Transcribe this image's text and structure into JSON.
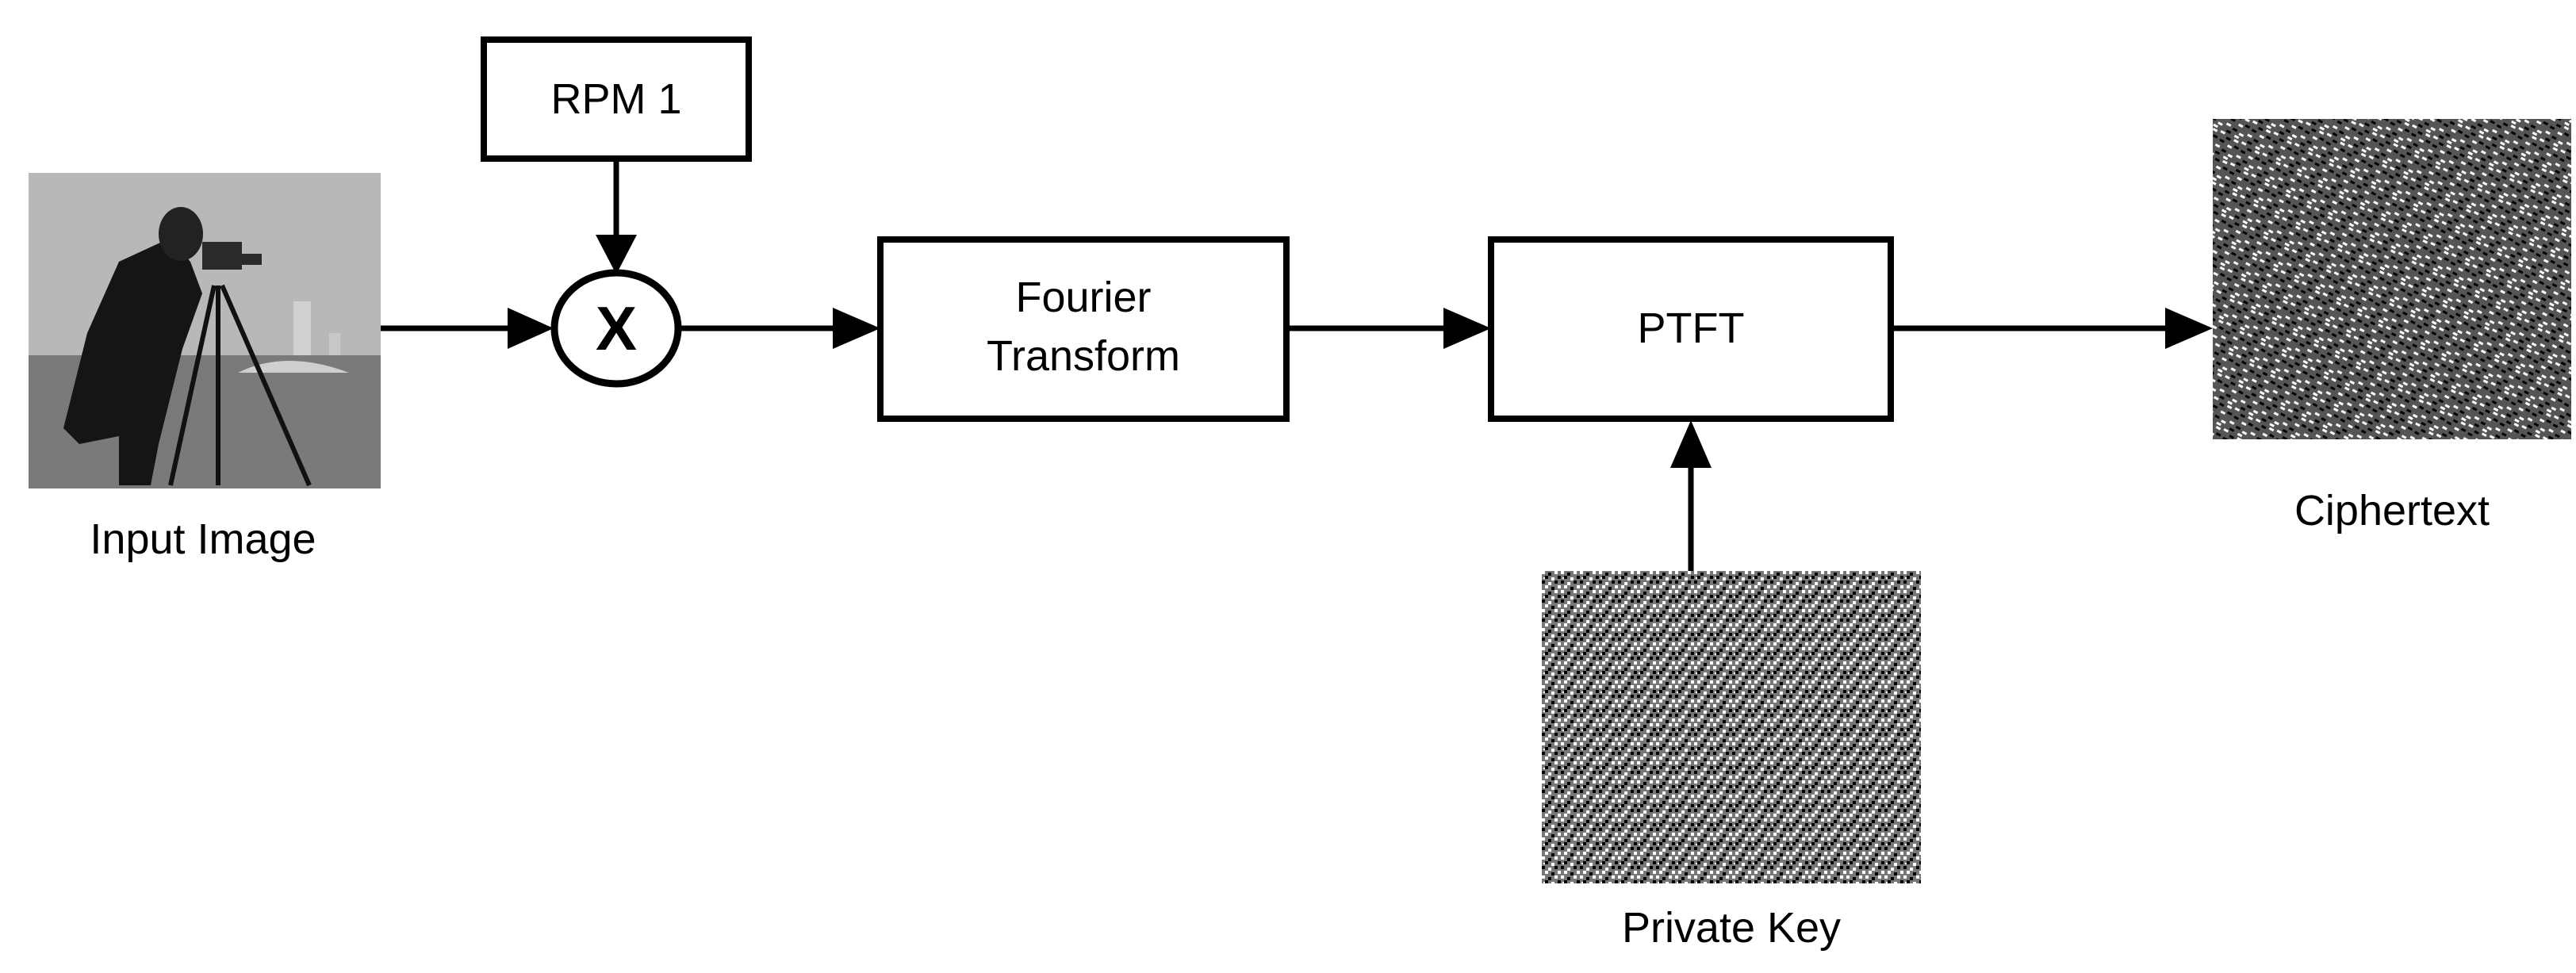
{
  "diagram": {
    "input_label": "Input Image",
    "rpm_label": "RPM 1",
    "multiply_symbol": "X",
    "fourier_line1": "Fourier",
    "fourier_line2": "Transform",
    "ptft_label": "PTFT",
    "private_key_label": "Private Key",
    "ciphertext_label": "Ciphertext"
  },
  "colors": {
    "stroke": "#000000",
    "background": "#ffffff"
  }
}
